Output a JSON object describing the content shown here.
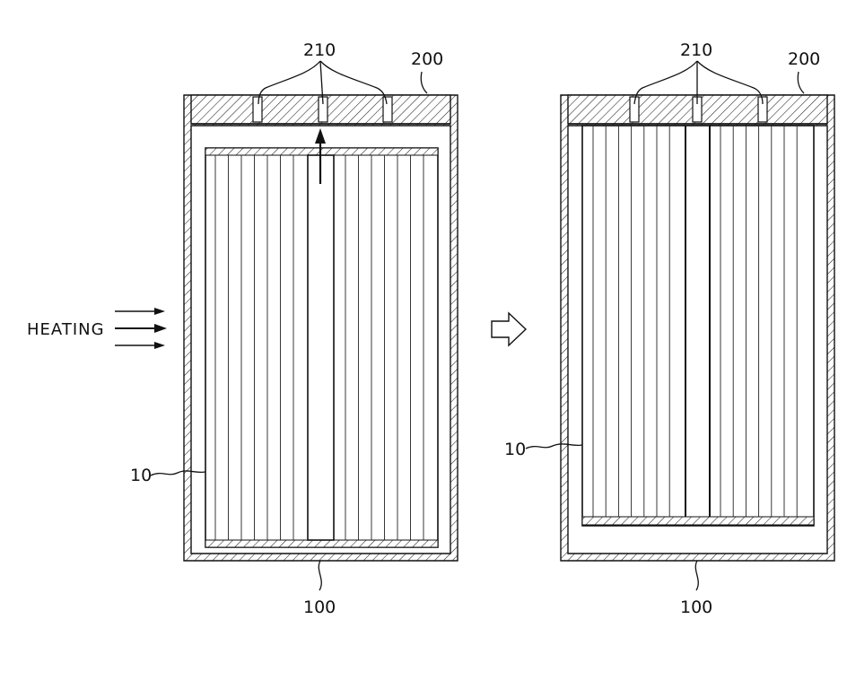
{
  "figure": {
    "colors": {
      "line": "#111111",
      "background": "#ffffff"
    },
    "left_panel": {
      "label_top_group": "210",
      "label_top_right": "200",
      "label_inner": "10",
      "label_bottom": "100",
      "heating_label": "HEATING"
    },
    "right_panel": {
      "label_top_group": "210",
      "label_top_right": "200",
      "label_inner": "10",
      "label_bottom": "100"
    },
    "transition_icon": "hollow-right-arrow-icon"
  }
}
